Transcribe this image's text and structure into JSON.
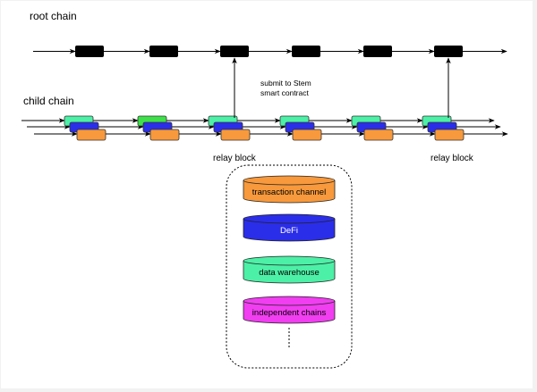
{
  "labels": {
    "root_chain": "root chain",
    "child_chain": "child chain",
    "submit_line1": "submit to Stem",
    "submit_line2": "smart contract",
    "relay_left": "relay block",
    "relay_right": "relay block"
  },
  "root_chain": {
    "block_count": 6,
    "block_color": "#000000"
  },
  "child_chain": {
    "group_count": 6,
    "layers": [
      {
        "name": "green",
        "color": "#4cf0a6",
        "alt_color": "#3ee04a"
      },
      {
        "name": "blue",
        "color": "#2b2ee8"
      },
      {
        "name": "orange",
        "color": "#f7993c"
      }
    ],
    "relay_groups": [
      2,
      5
    ]
  },
  "services": [
    {
      "label": "transaction channel",
      "color": "#f7993c",
      "text_color": "#000000"
    },
    {
      "label": "DeFi",
      "color": "#2b2ee8",
      "text_color": "#ffffff"
    },
    {
      "label": "data warehouse",
      "color": "#4cf0a6",
      "text_color": "#000000"
    },
    {
      "label": "independent chains",
      "color": "#f03ef0",
      "text_color": "#000000"
    }
  ],
  "ellipsis": "⋮"
}
